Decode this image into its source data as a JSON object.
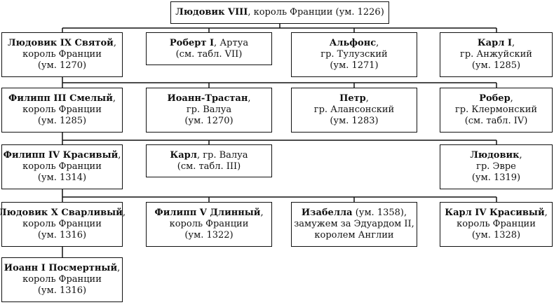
{
  "nodes": {
    "louis8": {
      "name": "Людовик VIII",
      "sep": ", ",
      "rest": "король Франции (ум. 1226)",
      "lines": []
    },
    "louis9": {
      "name": "Людовик IX Святой",
      "sep": ",",
      "rest": "",
      "lines": [
        "король Франции",
        "(ум. 1270)"
      ]
    },
    "robert1": {
      "name": "Роберт I",
      "sep": ", ",
      "rest": "Артуа",
      "lines": [
        "(см. табл. VII)"
      ]
    },
    "alphonse": {
      "name": "Альфонс",
      "sep": ",",
      "rest": "",
      "lines": [
        "гр. Тулузский",
        "(ум. 1271)"
      ]
    },
    "charles1": {
      "name": "Карл I",
      "sep": ",",
      "rest": "",
      "lines": [
        "гр. Анжуйский",
        "(ум. 1285)"
      ]
    },
    "philip3": {
      "name": "Филипп III Смелый",
      "sep": ",",
      "rest": "",
      "lines": [
        "король Франции",
        "(ум. 1285)"
      ]
    },
    "jean_tristan": {
      "name": "Иоанн-Трастан",
      "sep": ",",
      "rest": "",
      "lines": [
        "гр. Валуа",
        "(ум. 1270)"
      ]
    },
    "pierre": {
      "name": "Петр",
      "sep": ",",
      "rest": "",
      "lines": [
        "гр. Алансонский",
        "(ум. 1283)"
      ]
    },
    "robert": {
      "name": "Робер",
      "sep": ",",
      "rest": "",
      "lines": [
        "гр. Клермонский",
        "(см. табл. IV)"
      ]
    },
    "philip4": {
      "name": "Филипп IV Красивый",
      "sep": ",",
      "rest": "",
      "lines": [
        "король Франции",
        "(ум. 1314)"
      ]
    },
    "charles_valois": {
      "name": "Карл",
      "sep": ", ",
      "rest": "гр. Валуа",
      "lines": [
        "(см. табл. III)"
      ]
    },
    "louis_evreux": {
      "name": "Людовик",
      "sep": ",",
      "rest": "",
      "lines": [
        "гр. Эвре",
        "(ум. 1319)"
      ]
    },
    "louis10": {
      "name": "Людовик X Сварливый",
      "sep": ",",
      "rest": "",
      "lines": [
        "король Франции",
        "(ум. 1316)"
      ]
    },
    "philip5": {
      "name": "Филипп V Длинный",
      "sep": ",",
      "rest": "",
      "lines": [
        "король Франции",
        "(ум. 1322)"
      ]
    },
    "isabella": {
      "name": "Изабелла",
      "sep": " ",
      "rest": "(ум. 1358),",
      "lines": [
        "замужем за Эдуардом II,",
        "королем Англии"
      ]
    },
    "charles4": {
      "name": "Карл IV Красивый",
      "sep": ",",
      "rest": "",
      "lines": [
        "король Франции",
        "(ум. 1328)"
      ]
    },
    "jean1": {
      "name": "Иоанн I Посмертный",
      "sep": ",",
      "rest": "",
      "lines": [
        "король Франции",
        "(ум. 1316)"
      ]
    }
  },
  "colors": {
    "line": "#111111",
    "box_border": "#111111",
    "background": "#ffffff"
  }
}
